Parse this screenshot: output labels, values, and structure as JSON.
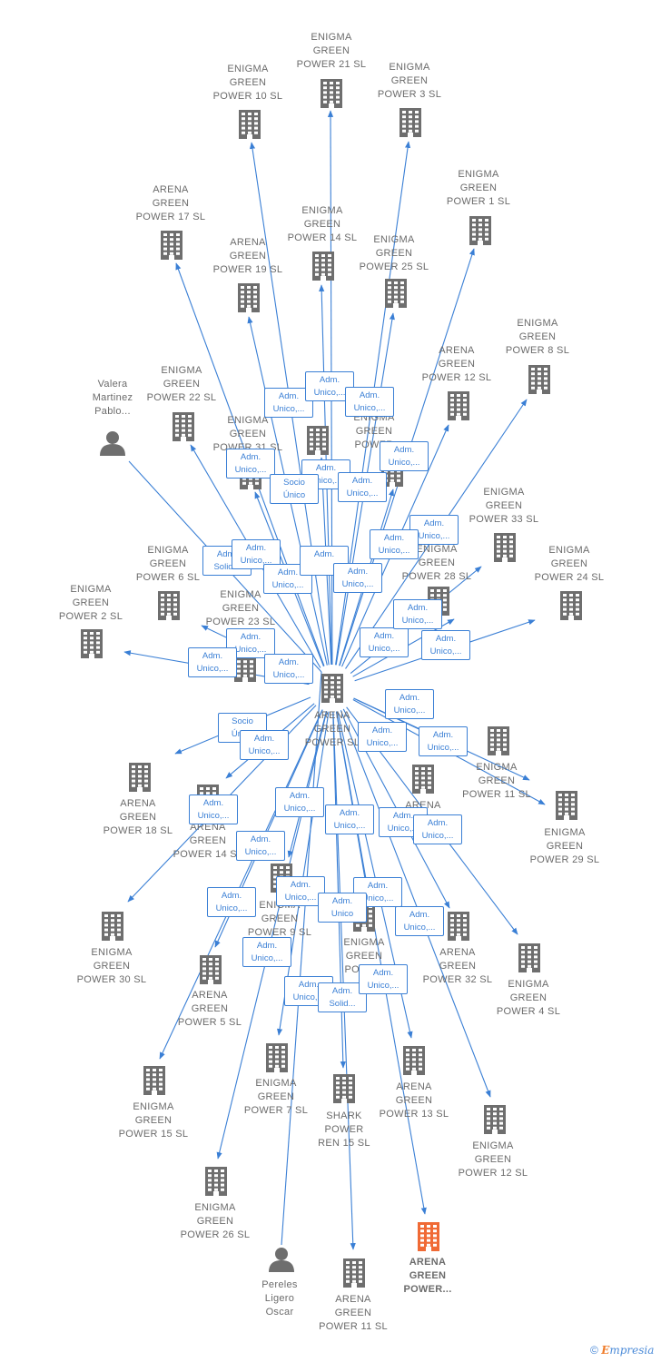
{
  "center": {
    "id": "center",
    "label": "ARENA\nGREEN\nPOWER  SL",
    "kind": "company"
  },
  "colors": {
    "edge": "#3a7fd5",
    "company": "#6e6e6e",
    "focus": "#f06a35",
    "person": "#6e6e6e"
  },
  "nodes": [
    {
      "id": "eg21",
      "label": "ENIGMA\nGREEN\nPOWER 21  SL",
      "kind": "company"
    },
    {
      "id": "eg10",
      "label": "ENIGMA\nGREEN\nPOWER 10  SL",
      "kind": "company"
    },
    {
      "id": "eg3",
      "label": "ENIGMA\nGREEN\nPOWER 3  SL",
      "kind": "company"
    },
    {
      "id": "eg1",
      "label": "ENIGMA\nGREEN\nPOWER 1  SL",
      "kind": "company"
    },
    {
      "id": "ag17",
      "label": "ARENA\nGREEN\nPOWER 17  SL",
      "kind": "company"
    },
    {
      "id": "eg14",
      "label": "ENIGMA\nGREEN\nPOWER 14  SL",
      "kind": "company"
    },
    {
      "id": "ag19",
      "label": "ARENA\nGREEN\nPOWER 19  SL",
      "kind": "company"
    },
    {
      "id": "eg25",
      "label": "ENIGMA\nGREEN\nPOWER 25  SL",
      "kind": "company"
    },
    {
      "id": "eg8",
      "label": "ENIGMA\nGREEN\nPOWER 8  SL",
      "kind": "company"
    },
    {
      "id": "ag12",
      "label": "ARENA\nGREEN\nPOWER 12  SL",
      "kind": "company"
    },
    {
      "id": "valera",
      "label": "Valera\nMartinez\nPablo...",
      "kind": "person"
    },
    {
      "id": "eg22",
      "label": "ENIGMA\nGREEN\nPOWER 22  SL",
      "kind": "company"
    },
    {
      "id": "eg31",
      "label": "ENIGMA\nGREEN\nPOWER 31  SL",
      "kind": "company"
    },
    {
      "id": "p16",
      "label": "",
      "kind": "company"
    },
    {
      "id": "p_r",
      "label": "ENIGMA\nGREEN\nPOWER",
      "kind": "company"
    },
    {
      "id": "eg33",
      "label": "ENIGMA\nGREEN\nPOWER 33  SL",
      "kind": "company"
    },
    {
      "id": "eg6",
      "label": "ENIGMA\nGREEN\nPOWER 6  SL",
      "kind": "company"
    },
    {
      "id": "eg28",
      "label": "ENIGMA\nGREEN\nPOWER 28  SL",
      "kind": "company"
    },
    {
      "id": "eg24",
      "label": "ENIGMA\nGREEN\nPOWER 24  SL",
      "kind": "company"
    },
    {
      "id": "eg2",
      "label": "ENIGMA\nGREEN\nPOWER 2  SL",
      "kind": "company"
    },
    {
      "id": "eg23",
      "label": "ENIGMA\nGREEN\nPOWER 23  SL",
      "kind": "company"
    },
    {
      "id": "ag18",
      "label": "ARENA\nGREEN\nPOWER 18  SL",
      "kind": "company"
    },
    {
      "id": "ag14",
      "label": "ARENA\nGREEN\nPOWER 14  SL",
      "kind": "company"
    },
    {
      "id": "eg11",
      "label": "ENIGMA\nGREEN\nPOWER 11  SL",
      "kind": "company"
    },
    {
      "id": "eg29",
      "label": "ENIGMA\nGREEN\nPOWER 29  SL",
      "kind": "company"
    },
    {
      "id": "ag_mid",
      "label": "ARENA",
      "kind": "company"
    },
    {
      "id": "ag30",
      "label": "ENIGMA\nGREEN\nPOWER 30  SL",
      "kind": "company"
    },
    {
      "id": "eg9",
      "label": "ENIGMA\nGREEN\nPOWER 9  SL",
      "kind": "company"
    },
    {
      "id": "eg_power",
      "label": "ENIGMA\nGREEN\nPOWER",
      "kind": "company"
    },
    {
      "id": "ag32",
      "label": "ARENA\nGREEN\nPOWER 32  SL",
      "kind": "company"
    },
    {
      "id": "eg4",
      "label": "ENIGMA\nGREEN\nPOWER 4  SL",
      "kind": "company"
    },
    {
      "id": "ag5",
      "label": "ARENA\nGREEN\nPOWER 5  SL",
      "kind": "company"
    },
    {
      "id": "eg7",
      "label": "ENIGMA\nGREEN\nPOWER 7  SL",
      "kind": "company"
    },
    {
      "id": "shark",
      "label": "SHARK\nPOWER\nREN 15  SL",
      "kind": "company"
    },
    {
      "id": "ag13",
      "label": "ARENA\nGREEN\nPOWER 13  SL",
      "kind": "company"
    },
    {
      "id": "eg15",
      "label": "ENIGMA\nGREEN\nPOWER 15  SL",
      "kind": "company"
    },
    {
      "id": "eg12",
      "label": "ENIGMA\nGREEN\nPOWER 12  SL",
      "kind": "company"
    },
    {
      "id": "eg26",
      "label": "ENIGMA\nGREEN\nPOWER 26  SL",
      "kind": "company"
    },
    {
      "id": "pereles",
      "label": "Pereles\nLigero\nOscar",
      "kind": "person"
    },
    {
      "id": "ag11",
      "label": "ARENA\nGREEN\nPOWER 11  SL",
      "kind": "company"
    },
    {
      "id": "focus",
      "label": "ARENA\nGREEN\nPOWER...",
      "kind": "focus"
    }
  ],
  "edges": [
    {
      "from": "center",
      "to": "eg21"
    },
    {
      "from": "center",
      "to": "eg10"
    },
    {
      "from": "center",
      "to": "eg3"
    },
    {
      "from": "center",
      "to": "eg1"
    },
    {
      "from": "center",
      "to": "ag17"
    },
    {
      "from": "center",
      "to": "eg14"
    },
    {
      "from": "center",
      "to": "ag19"
    },
    {
      "from": "center",
      "to": "eg25"
    },
    {
      "from": "center",
      "to": "eg8"
    },
    {
      "from": "center",
      "to": "ag12"
    },
    {
      "from": "valera",
      "to": "center"
    },
    {
      "from": "center",
      "to": "eg22"
    },
    {
      "from": "center",
      "to": "eg31"
    },
    {
      "from": "center",
      "to": "p16"
    },
    {
      "from": "center",
      "to": "p_r"
    },
    {
      "from": "center",
      "to": "eg33"
    },
    {
      "from": "center",
      "to": "eg6"
    },
    {
      "from": "center",
      "to": "eg28"
    },
    {
      "from": "center",
      "to": "eg24"
    },
    {
      "from": "center",
      "to": "eg2"
    },
    {
      "from": "center",
      "to": "eg23"
    },
    {
      "from": "center",
      "to": "ag18"
    },
    {
      "from": "center",
      "to": "ag14"
    },
    {
      "from": "center",
      "to": "eg11"
    },
    {
      "from": "center",
      "to": "eg29"
    },
    {
      "from": "center",
      "to": "ag_mid"
    },
    {
      "from": "center",
      "to": "ag30"
    },
    {
      "from": "center",
      "to": "eg9"
    },
    {
      "from": "center",
      "to": "eg_power"
    },
    {
      "from": "center",
      "to": "ag32"
    },
    {
      "from": "center",
      "to": "eg4"
    },
    {
      "from": "center",
      "to": "ag5"
    },
    {
      "from": "center",
      "to": "eg7"
    },
    {
      "from": "center",
      "to": "shark"
    },
    {
      "from": "center",
      "to": "ag13"
    },
    {
      "from": "center",
      "to": "eg15"
    },
    {
      "from": "center",
      "to": "eg12"
    },
    {
      "from": "center",
      "to": "eg26"
    },
    {
      "from": "pereles",
      "to": "center"
    },
    {
      "from": "center",
      "to": "ag11"
    },
    {
      "from": "center",
      "to": "focus"
    }
  ],
  "edge_labels": [
    "Adm.\nUnico,...",
    "Adm.\nUnico,...",
    "Adm.\nUnico,...",
    "Adm.\nUnico,...",
    "Adm.\nUnico,...",
    "Socio\nÚnico",
    "Adm.\nUnico,...",
    "Adm.\nUnico,...",
    "Adm.\nUnico,...",
    "Adm.\nUnico,...",
    "Adm.\nSolid...",
    "Adm.\nUnico,...",
    "Adm.\nUnico,...",
    "Adm.",
    "Adm.\nUnico,...",
    "Adm.\nUnico,...",
    "Adm.\nUnico,...",
    "Adm.\nUnico,...",
    "Adm.\nUnico,...",
    "Adm.\nUnico,...",
    "Adm.\nUnico,...",
    "Adm.\nUnico,...",
    "Adm.\nUnico,...",
    "Socio\nÚnico",
    "Adm.\nUnico,...",
    "Adm.\nUnico,...",
    "Adm.\nUnico,...",
    "Adm.\nUnico,...",
    "Adm.\nUnico,...",
    "Adm.\nUnico,...",
    "Adm.\nUnico,...",
    "Adm.\nUnico,...",
    "Adm.\nUnico,...",
    "Adm.\nUnico,...",
    "Adm.\nUnico,...",
    "Adm.\nUnico",
    "Adm.\nUnico,...",
    "Adm.\nUnico,...",
    "Adm.\nUnico,...",
    "Adm.\nSolid...",
    "Adm.\nUnico,..."
  ],
  "footer": {
    "copyright_symbol": "©",
    "brand_first": "E",
    "brand_rest": "mpresia"
  }
}
